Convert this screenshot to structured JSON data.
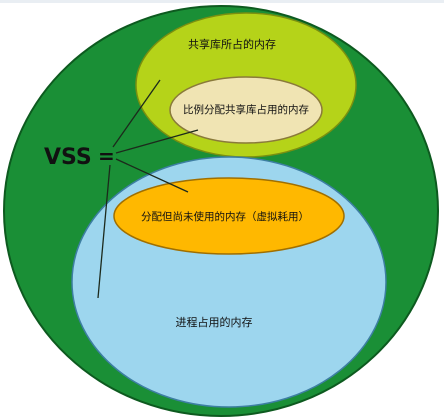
{
  "diagram": {
    "vss_label": "VSS",
    "equals_sign": "=",
    "regions": {
      "shared_lib_memory": "共享库所占的内存",
      "proportional_shared": "比例分配共享库占用的内存",
      "allocated_unused": "分配但尚未使用的内存（虚拟耗用）",
      "process_memory": "进程占用的内存"
    },
    "colors": {
      "outer_green": "#1a8f36",
      "shared_lime": "#b5d319",
      "proportional_cream": "#f0e4b3",
      "process_blue": "#9dd6ee",
      "allocated_orange": "#ffb800",
      "text_dark": "#111111"
    }
  }
}
